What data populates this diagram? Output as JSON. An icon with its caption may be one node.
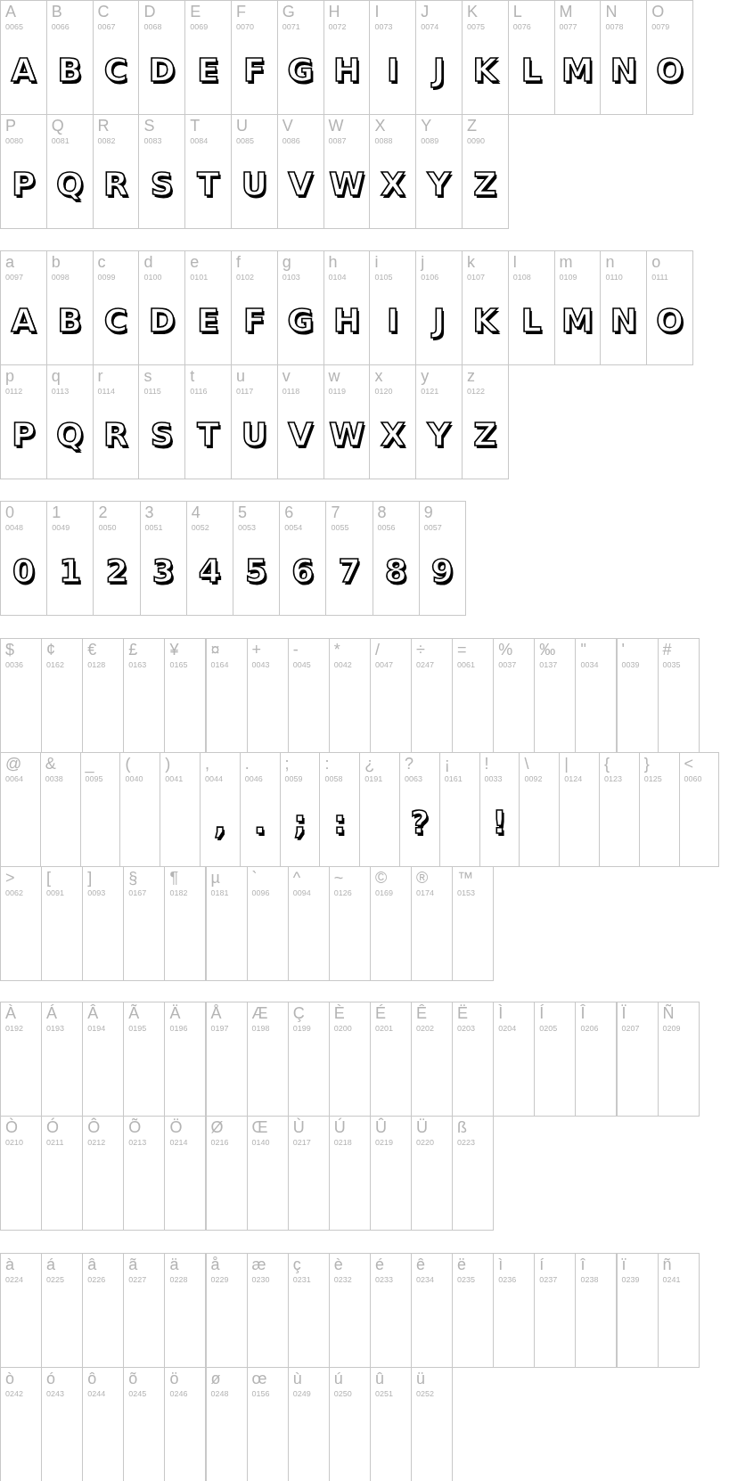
{
  "diagram": {
    "nodes": [
      {
        "text": [
          "A",
          "0065",
          "A"
        ]
      },
      {
        "text": [
          "B",
          "0066",
          "B"
        ]
      },
      {
        "text": [
          "C",
          "0067",
          "C"
        ]
      },
      {
        "text": [
          "D",
          "0068",
          "D"
        ]
      },
      {
        "text": [
          "E",
          "0069",
          "E"
        ]
      },
      {
        "text": [
          "F",
          "0070",
          "F"
        ]
      },
      {
        "text": [
          "G",
          "0071",
          "G"
        ]
      },
      {
        "text": [
          "H",
          "0072",
          "H"
        ]
      },
      {
        "text": [
          "I",
          "0073",
          "I"
        ]
      },
      {
        "text": [
          "J",
          "0074",
          "J"
        ]
      },
      {
        "text": [
          "K",
          "0075",
          "K"
        ]
      },
      {
        "text": [
          "L",
          "0076",
          "L"
        ]
      },
      {
        "text": [
          "M",
          "0077",
          "M"
        ]
      },
      {
        "text": [
          "N",
          "0078",
          "N"
        ]
      },
      {
        "text": [
          "O",
          "0079",
          "O"
        ]
      },
      {
        "text": [
          "P",
          "0080",
          "P"
        ]
      },
      {
        "text": [
          "Q",
          "0081",
          "Q"
        ]
      },
      {
        "text": [
          "R",
          "0082",
          "R"
        ]
      },
      {
        "text": [
          "S",
          "0083",
          "S"
        ]
      },
      {
        "text": [
          "T",
          "0084",
          "T"
        ]
      },
      {
        "text": [
          "U",
          "0085",
          "U"
        ]
      },
      {
        "text": [
          "V",
          "0086",
          "V"
        ]
      },
      {
        "text": [
          "W",
          "0087",
          "W"
        ]
      },
      {
        "text": [
          "X",
          "0088",
          "X"
        ]
      },
      {
        "text": [
          "Y",
          "0089",
          "Y"
        ]
      },
      {
        "text": [
          "Z",
          "0090",
          "Z"
        ]
      },
      {
        "text": [
          "a",
          "0097",
          "A"
        ]
      },
      {
        "text": [
          "b",
          "0098",
          "B"
        ]
      },
      {
        "text": [
          "c",
          "0099",
          "C"
        ]
      },
      {
        "text": [
          "d",
          "0100",
          "D"
        ]
      },
      {
        "text": [
          "e",
          "0101",
          "E"
        ]
      },
      {
        "text": [
          "f",
          "0102",
          "F"
        ]
      },
      {
        "text": [
          "g",
          "0103",
          "G"
        ]
      },
      {
        "text": [
          "h",
          "0104",
          "H"
        ]
      },
      {
        "text": [
          "i",
          "0105",
          "I"
        ]
      },
      {
        "text": [
          "j",
          "0106",
          "J"
        ]
      },
      {
        "text": [
          "k",
          "0107",
          "K"
        ]
      },
      {
        "text": [
          "l",
          "0108",
          "L"
        ]
      },
      {
        "text": [
          "m",
          "0109",
          "M"
        ]
      },
      {
        "text": [
          "n",
          "0110",
          "N"
        ]
      },
      {
        "text": [
          "o",
          "0111",
          "O"
        ]
      },
      {
        "text": [
          "p",
          "0112",
          "P"
        ]
      },
      {
        "text": [
          "q",
          "0113",
          "Q"
        ]
      },
      {
        "text": [
          "r",
          "0114",
          "R"
        ]
      },
      {
        "text": [
          "s",
          "0115",
          "S"
        ]
      },
      {
        "text": [
          "t",
          "0116",
          "T"
        ]
      },
      {
        "text": [
          "u",
          "0117",
          "U"
        ]
      },
      {
        "text": [
          "v",
          "0118",
          "V"
        ]
      },
      {
        "text": [
          "w",
          "0119",
          "W"
        ]
      },
      {
        "text": [
          "x",
          "0120",
          "X"
        ]
      },
      {
        "text": [
          "y",
          "0121",
          "Y"
        ]
      },
      {
        "text": [
          "z",
          "0122",
          "Z"
        ]
      },
      {
        "text": [
          "0",
          "0048",
          "0"
        ]
      },
      {
        "text": [
          "1",
          "0049",
          "1"
        ]
      },
      {
        "text": [
          "2",
          "0050",
          "2"
        ]
      },
      {
        "text": [
          "3",
          "0051",
          "3"
        ]
      },
      {
        "text": [
          "4",
          "0052",
          "4"
        ]
      },
      {
        "text": [
          "5",
          "0053",
          "5"
        ]
      },
      {
        "text": [
          "6",
          "0054",
          "6"
        ]
      },
      {
        "text": [
          "7",
          "0055",
          "7"
        ]
      },
      {
        "text": [
          "8",
          "0056",
          "8"
        ]
      },
      {
        "text": [
          "9",
          "0057",
          "9"
        ]
      },
      {
        "text": [
          "$",
          "0036"
        ]
      },
      {
        "text": [
          "¢",
          "0162"
        ]
      },
      {
        "text": [
          "€",
          "0128"
        ]
      },
      {
        "text": [
          "£",
          "0163"
        ]
      },
      {
        "text": [
          "¥",
          "0165"
        ]
      },
      {
        "text": [
          "¤",
          "0164"
        ]
      },
      {
        "text": [
          "+",
          "0043"
        ]
      },
      {
        "text": [
          "-",
          "0045"
        ]
      },
      {
        "text": [
          "*",
          "0042"
        ]
      },
      {
        "text": [
          "/",
          "0047"
        ]
      },
      {
        "text": [
          "÷",
          "0247"
        ]
      },
      {
        "text": [
          "=",
          "0061"
        ]
      },
      {
        "text": [
          "%",
          "0037"
        ]
      },
      {
        "text": [
          "‰",
          "0137"
        ]
      },
      {
        "text": [
          "\"",
          "0034"
        ]
      },
      {
        "text": [
          "'",
          "0039"
        ]
      },
      {
        "text": [
          "#",
          "0035"
        ]
      },
      {
        "text": [
          "@",
          "0064"
        ]
      },
      {
        "text": [
          "&",
          "0038"
        ]
      },
      {
        "text": [
          "_",
          "0095"
        ]
      },
      {
        "text": [
          "(",
          "0040"
        ]
      },
      {
        "text": [
          ")",
          "0041"
        ]
      },
      {
        "text": [
          ",",
          "0044",
          ","
        ]
      },
      {
        "text": [
          ".",
          "0046",
          "."
        ]
      },
      {
        "text": [
          ";",
          "0059",
          ";"
        ]
      },
      {
        "text": [
          ":",
          "0058",
          ":"
        ]
      },
      {
        "text": [
          "¿",
          "0191"
        ]
      },
      {
        "text": [
          "?",
          "0063",
          "?"
        ]
      },
      {
        "text": [
          "¡",
          "0161"
        ]
      },
      {
        "text": [
          "!",
          "0033",
          "!"
        ]
      },
      {
        "text": [
          "\\",
          "0092"
        ]
      },
      {
        "text": [
          "|",
          "0124"
        ]
      },
      {
        "text": [
          "{",
          "0123"
        ]
      },
      {
        "text": [
          "}",
          "0125"
        ]
      },
      {
        "text": [
          "<",
          "0060"
        ]
      },
      {
        "text": [
          ">",
          "0062"
        ]
      },
      {
        "text": [
          "[",
          "0091"
        ]
      },
      {
        "text": [
          "]",
          "0093"
        ]
      },
      {
        "text": [
          "§",
          "0167"
        ]
      },
      {
        "text": [
          "¶",
          "0182"
        ]
      },
      {
        "text": [
          "µ",
          "0181"
        ]
      },
      {
        "text": [
          "`",
          "0096"
        ]
      },
      {
        "text": [
          "^",
          "0094"
        ]
      },
      {
        "text": [
          "~",
          "0126"
        ]
      },
      {
        "text": [
          "©",
          "0169"
        ]
      },
      {
        "text": [
          "®",
          "0174"
        ]
      },
      {
        "text": [
          "™",
          "0153"
        ]
      },
      {
        "text": [
          "À",
          "0192"
        ]
      },
      {
        "text": [
          "Á",
          "0193"
        ]
      },
      {
        "text": [
          "Â",
          "0194"
        ]
      },
      {
        "text": [
          "Ã",
          "0195"
        ]
      },
      {
        "text": [
          "Ä",
          "0196"
        ]
      },
      {
        "text": [
          "Å",
          "0197"
        ]
      },
      {
        "text": [
          "Æ",
          "0198"
        ]
      },
      {
        "text": [
          "Ç",
          "0199"
        ]
      },
      {
        "text": [
          "È",
          "0200"
        ]
      },
      {
        "text": [
          "É",
          "0201"
        ]
      },
      {
        "text": [
          "Ê",
          "0202"
        ]
      },
      {
        "text": [
          "Ë",
          "0203"
        ]
      },
      {
        "text": [
          "Ì",
          "0204"
        ]
      },
      {
        "text": [
          "Í",
          "0205"
        ]
      },
      {
        "text": [
          "Î",
          "0206"
        ]
      },
      {
        "text": [
          "Ï",
          "0207"
        ]
      },
      {
        "text": [
          "Ñ",
          "0209"
        ]
      },
      {
        "text": [
          "Ò",
          "0210"
        ]
      },
      {
        "text": [
          "Ó",
          "0211"
        ]
      },
      {
        "text": [
          "Ô",
          "0212"
        ]
      },
      {
        "text": [
          "Õ",
          "0213"
        ]
      },
      {
        "text": [
          "Ö",
          "0214"
        ]
      },
      {
        "text": [
          "Ø",
          "0216"
        ]
      },
      {
        "text": [
          "Œ",
          "0140"
        ]
      },
      {
        "text": [
          "Ù",
          "0217"
        ]
      },
      {
        "text": [
          "Ú",
          "0218"
        ]
      },
      {
        "text": [
          "Û",
          "0219"
        ]
      },
      {
        "text": [
          "Ü",
          "0220"
        ]
      },
      {
        "text": [
          "ß",
          "0223"
        ]
      },
      {
        "text": [
          "à",
          "0224"
        ]
      },
      {
        "text": [
          "á",
          "0225"
        ]
      },
      {
        "text": [
          "â",
          "0226"
        ]
      },
      {
        "text": [
          "ã",
          "0227"
        ]
      },
      {
        "text": [
          "ä",
          "0228"
        ]
      },
      {
        "text": [
          "å",
          "0229"
        ]
      },
      {
        "text": [
          "æ",
          "0230"
        ]
      },
      {
        "text": [
          "ç",
          "0231"
        ]
      },
      {
        "text": [
          "è",
          "0232"
        ]
      },
      {
        "text": [
          "é",
          "0233"
        ]
      },
      {
        "text": [
          "ê",
          "0234"
        ]
      },
      {
        "text": [
          "ë",
          "0235"
        ]
      },
      {
        "text": [
          "ì",
          "0236"
        ]
      },
      {
        "text": [
          "í",
          "0237"
        ]
      },
      {
        "text": [
          "î",
          "0238"
        ]
      },
      {
        "text": [
          "ï",
          "0239"
        ]
      },
      {
        "text": [
          "ñ",
          "0241"
        ]
      },
      {
        "text": [
          "ò",
          "0242"
        ]
      },
      {
        "text": [
          "ó",
          "0243"
        ]
      },
      {
        "text": [
          "ô",
          "0244"
        ]
      },
      {
        "text": [
          "õ",
          "0245"
        ]
      },
      {
        "text": [
          "ö",
          "0246"
        ]
      },
      {
        "text": [
          "ø",
          "0248"
        ]
      },
      {
        "text": [
          "œ",
          "0156"
        ]
      },
      {
        "text": [
          "ù",
          "0249"
        ]
      },
      {
        "text": [
          "ú",
          "0250"
        ]
      },
      {
        "text": [
          "û",
          "0251"
        ]
      },
      {
        "text": [
          "ü",
          "0252"
        ]
      }
    ]
  }
}
